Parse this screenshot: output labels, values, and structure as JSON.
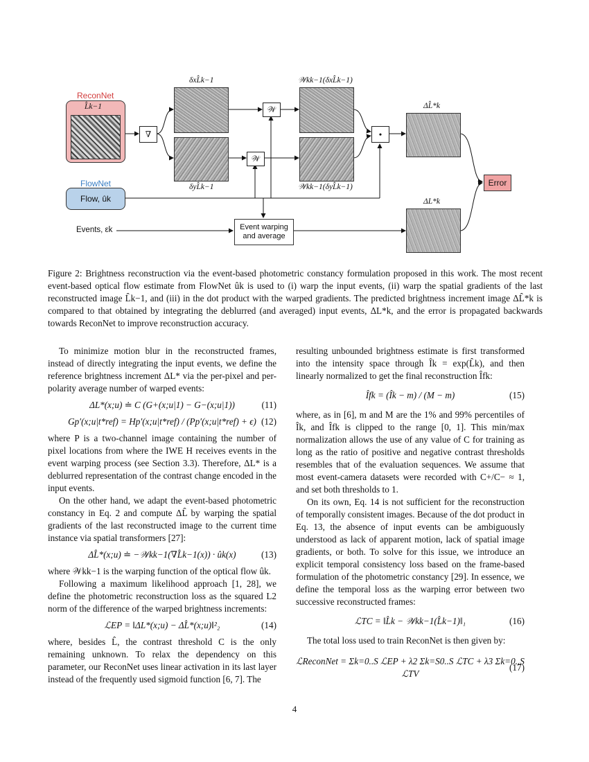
{
  "figure": {
    "reconnet_label": "ReconNet",
    "reconnet_var": "L̂k−1",
    "flownet_label": "FlowNet",
    "flow_box": "Flow, ûk",
    "events_label": "Events, εk",
    "grad_op": "∇",
    "warp_op_top": "𝒲",
    "warp_op_bottom": "𝒲",
    "dot_op": "•",
    "event_box_line1": "Event warping",
    "event_box_line2": "and average",
    "error_box": "Error",
    "lbl_dx": "δxL̂k−1",
    "lbl_dy": "δyL̂k−1",
    "lbl_wdx": "𝒲kk−1(δxL̂k−1)",
    "lbl_wdy": "𝒲kk−1(δyL̂k−1)",
    "lbl_dLhat": "ΔL̂*k",
    "lbl_dL": "ΔL*k",
    "colors": {
      "reconnet_text": "#d23c3c",
      "flownet_text": "#3a7fc4",
      "recon_fill": "#f2b8b8",
      "flow_fill": "#b9d2ea",
      "error_fill": "#f0a3a3"
    }
  },
  "caption": "Figure 2: Brightness reconstruction via the event-based photometric constancy formulation proposed in this work. The most recent event-based optical flow estimate from FlowNet ûk is used to (i) warp the input events, (ii) warp the spatial gradients of the last reconstructed image L̂k−1, and (iii) in the dot product with the warped gradients. The predicted brightness increment image ΔL̂*k is compared to that obtained by integrating the deblurred (and averaged) input events, ΔL*k, and the error is propagated backwards towards ReconNet to improve reconstruction accuracy.",
  "left": {
    "p1": "To minimize motion blur in the reconstructed frames, instead of directly integrating the input events, we define the reference brightness increment ΔL* via the per-pixel and per-polarity average number of warped events:",
    "eq11": "ΔL*(x;u) ≐ C (G+(x;u|1) − G−(x;u|1))",
    "eq11_num": "(11)",
    "eq12": "Gp′(x;u|t*ref) = Hp′(x;u|t*ref) / (Pp′(x;u|t*ref) + ϵ)",
    "eq12_num": "(12)",
    "p2": "where P is a two-channel image containing the number of pixel locations from where the IWE H receives events in the event warping process (see Section 3.3). Therefore, ΔL* is a deblurred representation of the contrast change encoded in the input events.",
    "p3": "On the other hand, we adapt the event-based photometric constancy in Eq. 2 and compute ΔL̂ by warping the spatial gradients of the last reconstructed image to the current time instance via spatial transformers [27]:",
    "eq13": "ΔL̂*(x;u) ≐ −𝒲kk−1(∇L̂k−1(x)) · ûk(x)",
    "eq13_num": "(13)",
    "p4": "where 𝒲kk−1 is the warping function of the optical flow ûk.",
    "p5": "Following a maximum likelihood approach [1, 28], we define the photometric reconstruction loss as the squared L2 norm of the difference of the warped brightness increments:",
    "eq14": "ℒEP = ‖ΔL*(x;u) − ΔL̂*(x;u)‖²₂",
    "eq14_num": "(14)",
    "p6": "where, besides L̂, the contrast threshold C is the only remaining unknown. To relax the dependency on this parameter, our ReconNet uses linear activation in its last layer instead of the frequently used sigmoid function [6, 7]. The"
  },
  "right": {
    "p1": "resulting unbounded brightness estimate is first transformed into the intensity space through Îk = exp(L̂k), and then linearly normalized to get the final reconstruction Îfk:",
    "eq15": "Îfk = (Îk − m) / (M − m)",
    "eq15_num": "(15)",
    "p2": "where, as in [6], m and M are the 1% and 99% percentiles of Îk, and Îfk is clipped to the range [0, 1]. This min/max normalization allows the use of any value of C for training as long as the ratio of positive and negative contrast thresholds resembles that of the evaluation sequences. We assume that most event-camera datasets were recorded with C+/C− ≈ 1, and set both thresholds to 1.",
    "p3": "On its own, Eq. 14 is not sufficient for the reconstruction of temporally consistent images. Because of the dot product in Eq. 13, the absence of input events can be ambiguously understood as lack of apparent motion, lack of spatial image gradients, or both. To solve for this issue, we introduce an explicit temporal consistency loss based on the frame-based formulation of the photometric constancy [29]. In essence, we define the temporal loss as the warping error between two successive reconstructed frames:",
    "eq16": "ℒTC = ‖L̂k − 𝒲kk−1(L̂k−1)‖₁",
    "eq16_num": "(16)",
    "p4": "The total loss used to train ReconNet is then given by:",
    "eq17": "ℒReconNet = Σk=0..S ℒEP + λ2 Σk=S0..S ℒTC + λ3 Σk=0..S ℒTV",
    "eq17_num": "(17)"
  },
  "page_number": "4"
}
